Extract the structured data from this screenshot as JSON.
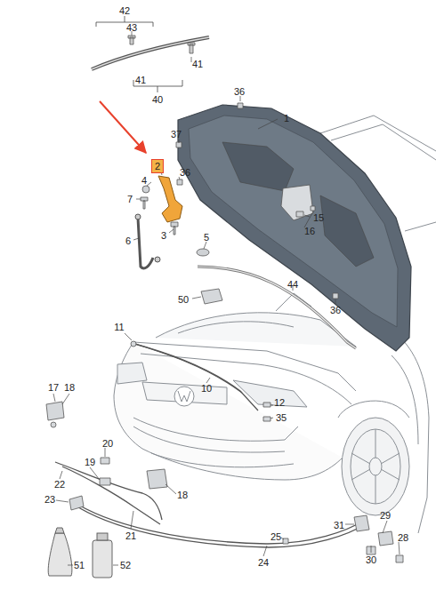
{
  "diagram": {
    "nodes": [
      {
        "text": [
          "2"
        ]
      }
    ],
    "labels": [
      "42",
      "43",
      "41",
      "41",
      "40",
      "36",
      "1",
      "37",
      "4",
      "36",
      "7",
      "15",
      "16",
      "3",
      "5",
      "6",
      "50",
      "44",
      "36",
      "11",
      "10",
      "17",
      "18",
      "12",
      "35",
      "20",
      "19",
      "22",
      "18",
      "23",
      "21",
      "29",
      "31",
      "25",
      "28",
      "30",
      "24",
      "51",
      "52"
    ]
  }
}
